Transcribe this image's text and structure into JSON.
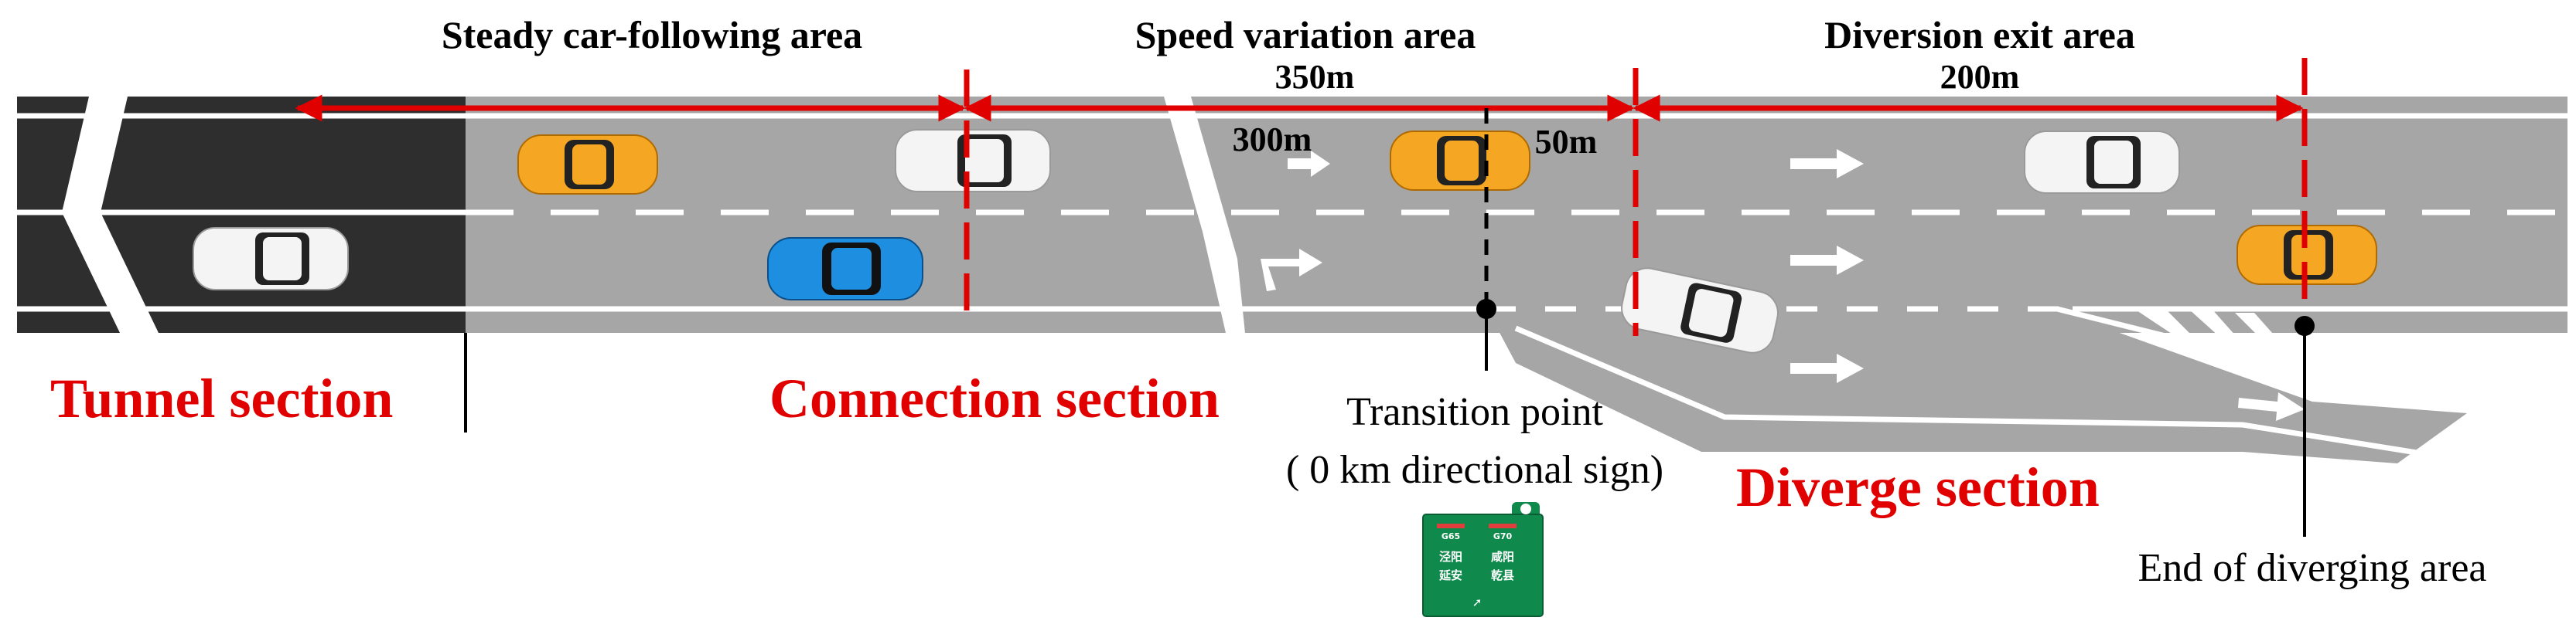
{
  "headers": {
    "steady": "Steady car-following area",
    "speed": "Speed variation area",
    "diversion": "Diversion exit area"
  },
  "distances": {
    "d350": "350m",
    "d200": "200m",
    "d300": "300m",
    "d50": "50m"
  },
  "sections": {
    "tunnel": "Tunnel section",
    "connection": "Connection section",
    "diverge": "Diverge section"
  },
  "annotations": {
    "transition_line1": "Transition point",
    "transition_line2": "( 0 km directional sign)",
    "end_diverging": "End of diverging area"
  },
  "sign": {
    "route_left": "G65",
    "route_right": "G70",
    "left_line1": "泾阳",
    "left_line2": "延安",
    "right_line1": "咸阳",
    "right_line2": "乾县",
    "arrow": "➚"
  },
  "colors": {
    "tunnel_road": "#2e2e2e",
    "open_road": "#a6a6a6",
    "marker_red": "#e00000",
    "section_red": "#e00000",
    "sign_green": "#0f8a4c",
    "car_orange": "#f5a623",
    "car_white": "#f4f4f4",
    "car_blue": "#1e8fe0"
  }
}
